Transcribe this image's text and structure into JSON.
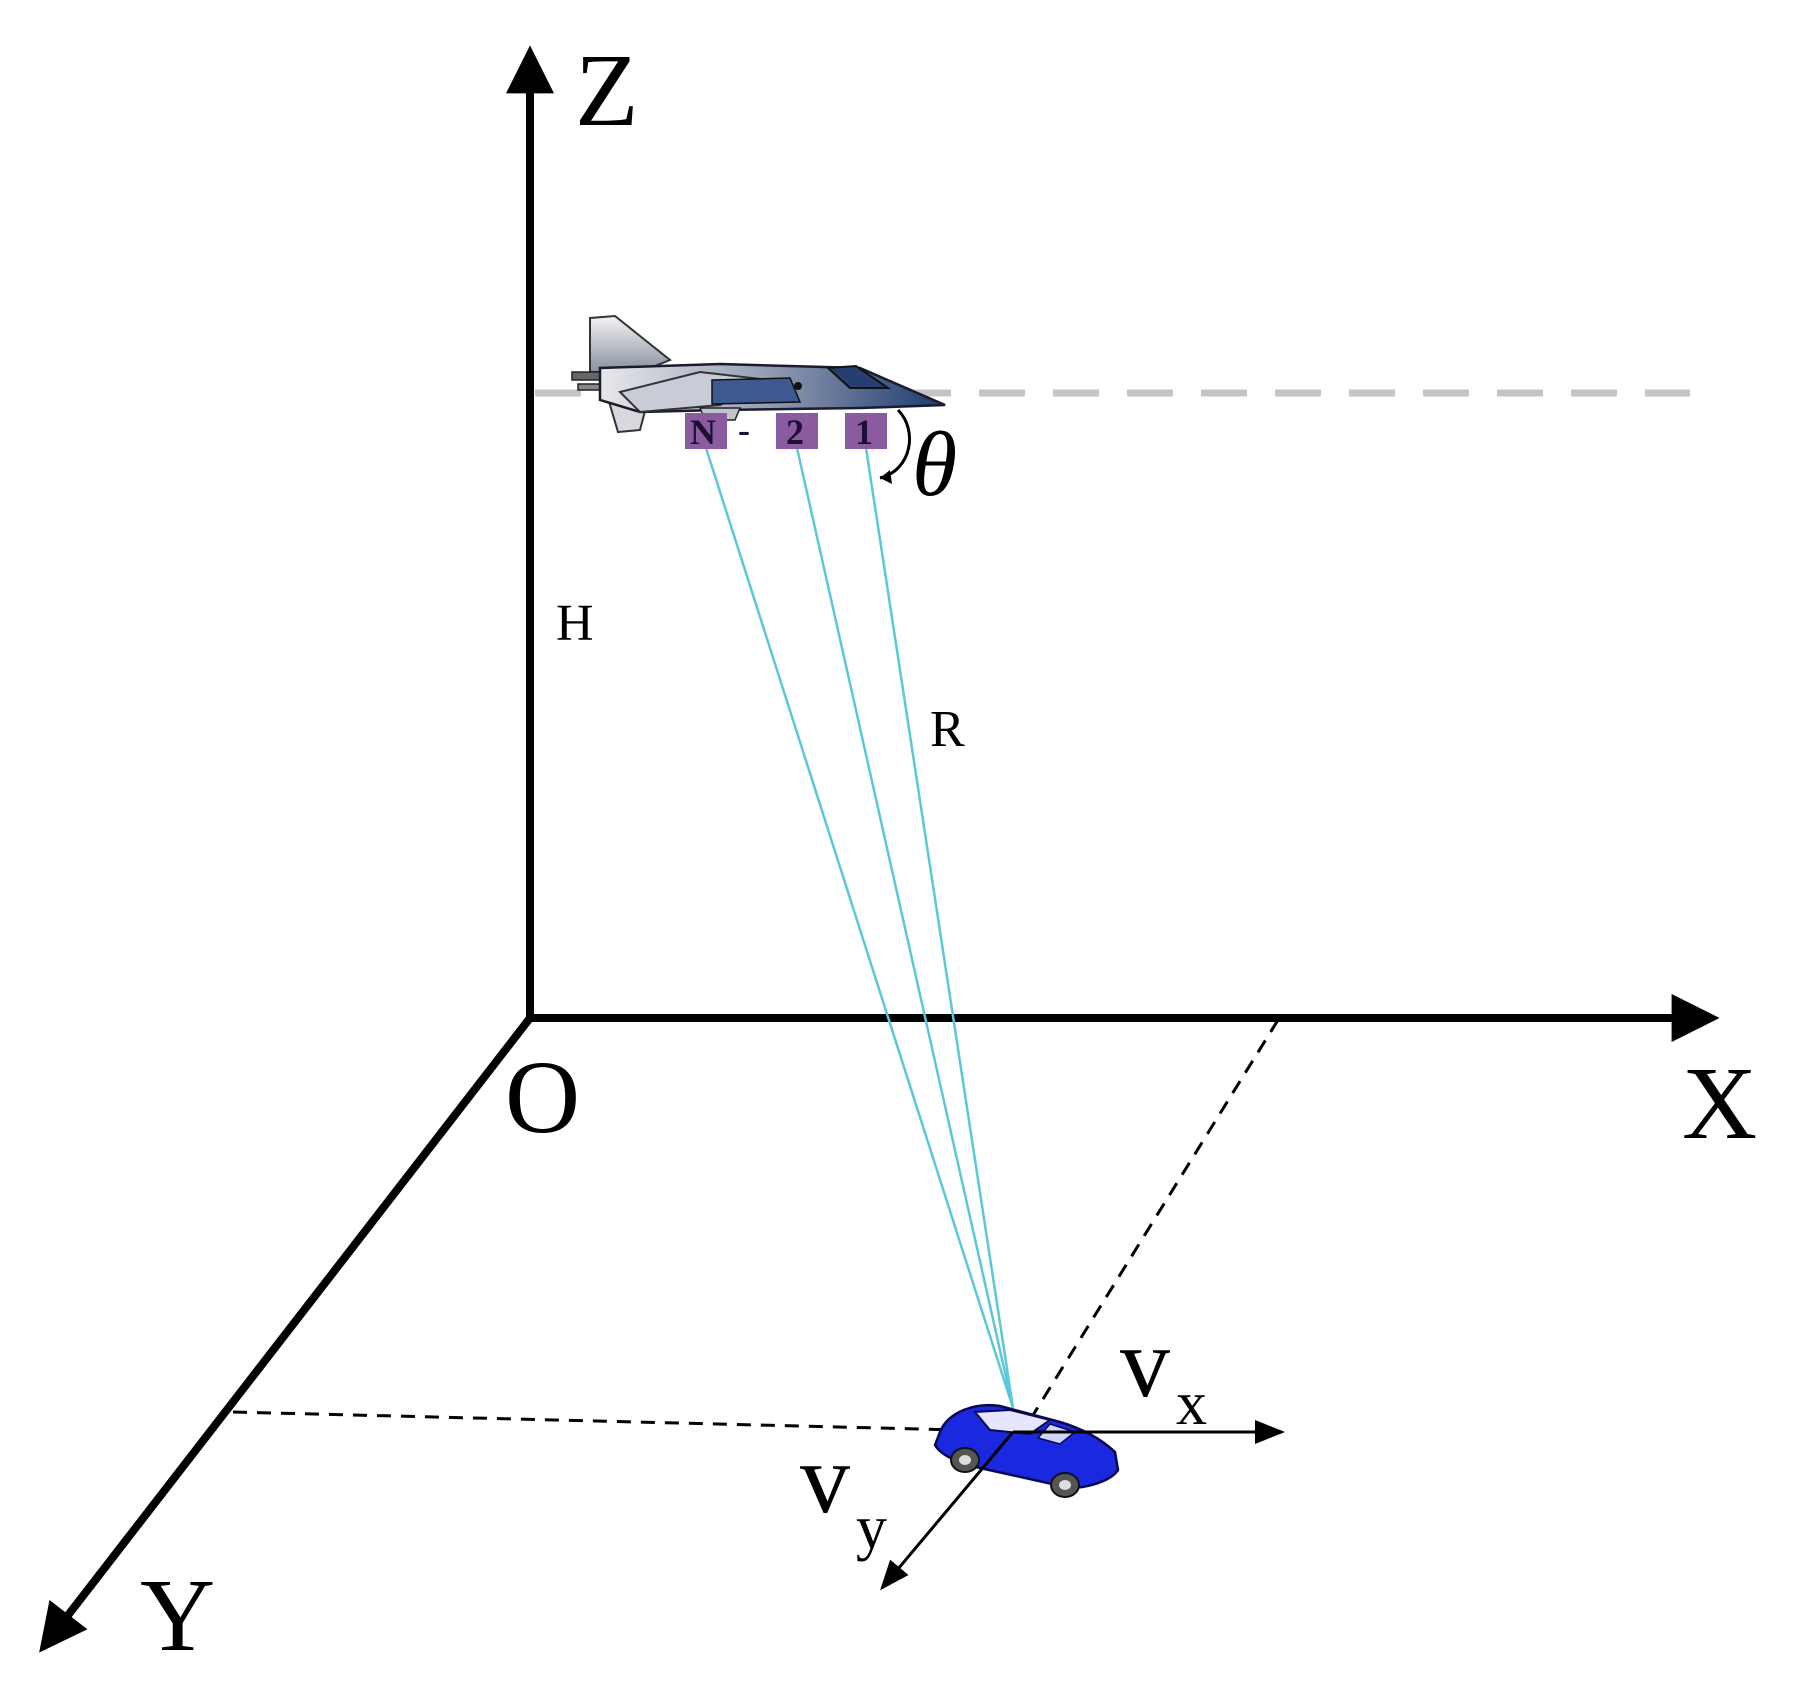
{
  "axes": {
    "z_label": "Z",
    "x_label": "X",
    "y_label": "Y",
    "origin_label": "O"
  },
  "labels": {
    "height": "H",
    "range": "R",
    "angle": "θ",
    "vx_main": "v",
    "vx_sub": "x",
    "vy_main": "v",
    "vy_sub": "y"
  },
  "array_elements": [
    "N",
    "-",
    "2",
    "1"
  ],
  "icons": {
    "aircraft": "fighter-jet-icon",
    "target": "car-icon"
  },
  "colors": {
    "axis": "#000000",
    "beam": "#5bc8d8",
    "horizon_dashed": "#c0c0c0",
    "array_element": "#8b5ba0",
    "car": "#1a28e0",
    "aircraft": "#3a5a8a"
  }
}
